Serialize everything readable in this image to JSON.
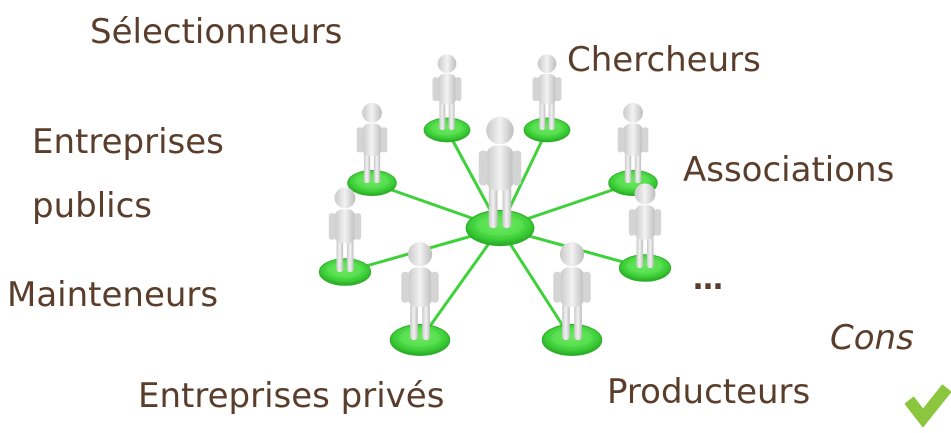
{
  "labels": {
    "selectionneurs": "Sélectionneurs",
    "chercheurs": "Chercheurs",
    "entreprises_publics_line1": "Entreprises",
    "entreprises_publics_line2": "publics",
    "associations": "Associations",
    "mainteneurs": "Mainteneurs",
    "ellipsis": "…",
    "entreprises_prives": "Entreprises privés",
    "producteurs": "Producteurs",
    "cons": "Cons"
  },
  "colors": {
    "text": "#5a3e2b",
    "node_green": "#3fd13a",
    "node_green_dark": "#27a824",
    "figure": "#e6e6e6",
    "accent": "#8cc63f"
  },
  "icons": {
    "person": "person-figure-icon",
    "accent": "green-arrow-icon"
  }
}
